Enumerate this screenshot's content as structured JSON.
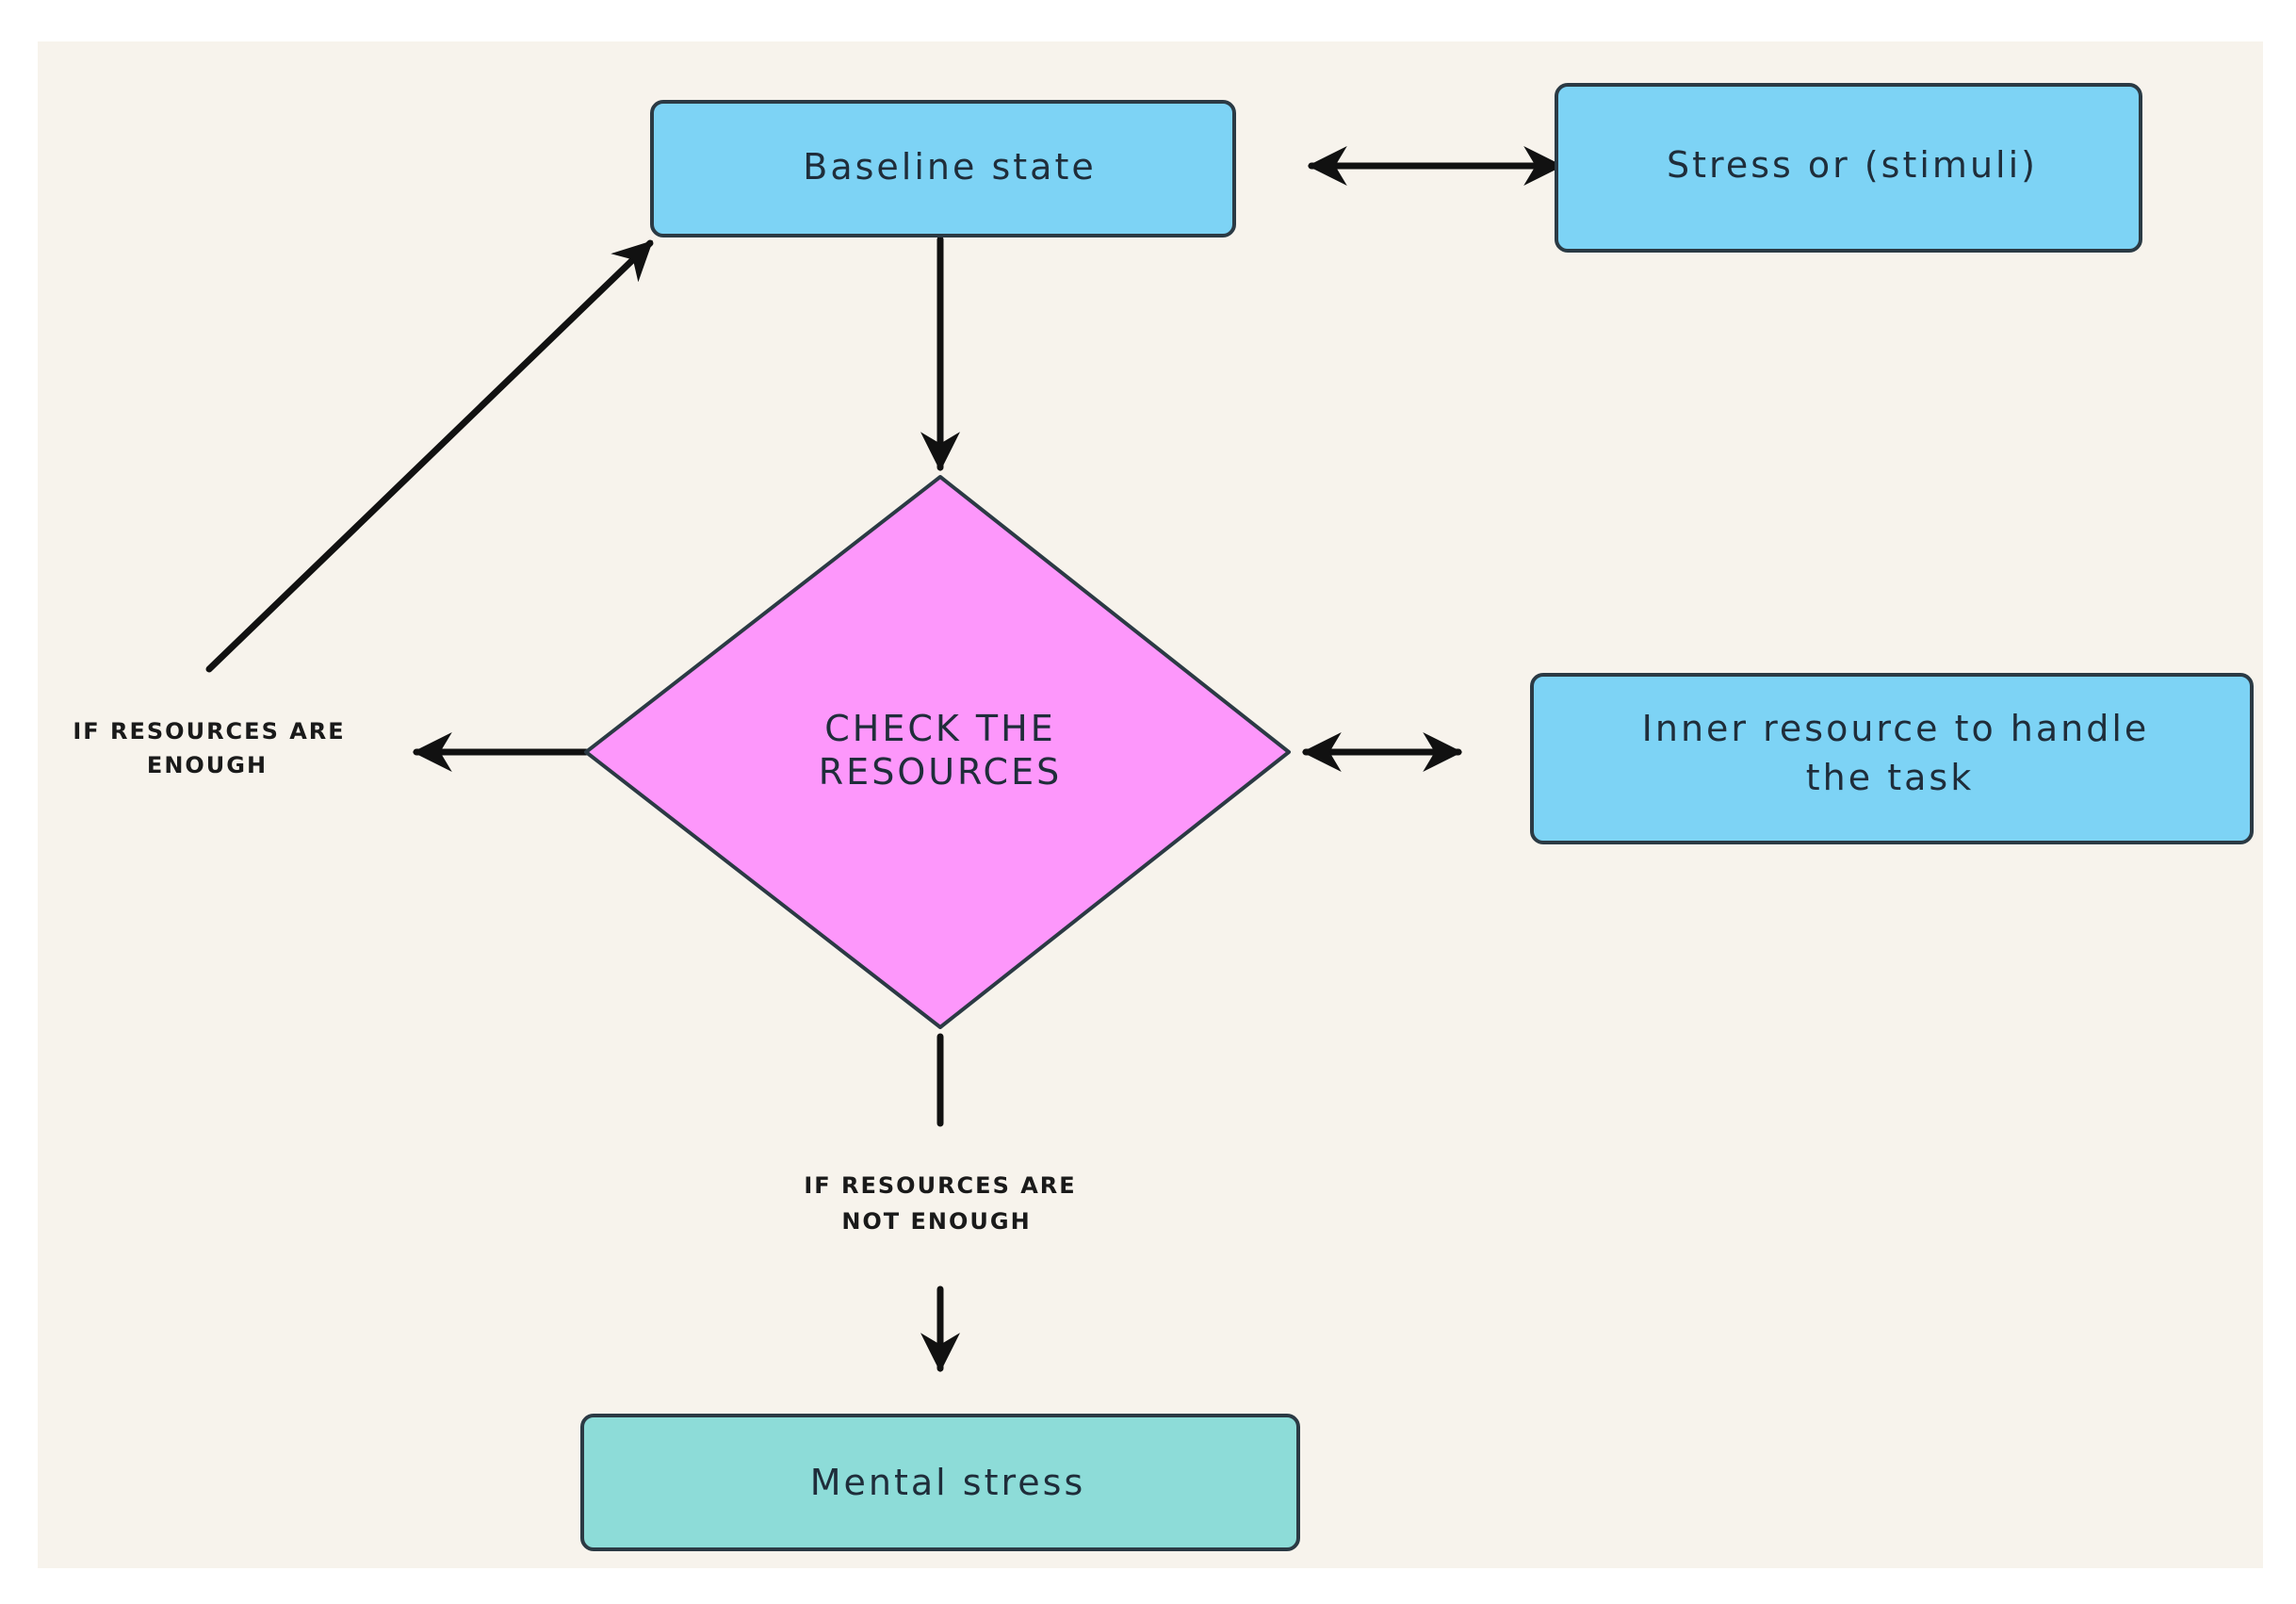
{
  "colors": {
    "panel_background": "#f7f3ec",
    "box_blue": "#7dd3f5",
    "box_teal": "#8ddcd8",
    "diamond_pink": "#fd97fb",
    "stroke": "#2b3a44",
    "arrow": "#111111"
  },
  "nodes": {
    "baseline": {
      "label": "Baseline state"
    },
    "stressor": {
      "label": "Stress or (stimuli)"
    },
    "check": {
      "line1": "CHECK THE",
      "line2": "RESOURCES"
    },
    "inner": {
      "line1": "Inner resource to handle",
      "line2": "the task"
    },
    "mental": {
      "label": "Mental stress"
    }
  },
  "labels": {
    "enough": {
      "line1": "IF RESOURCES ARE",
      "line2": "ENOUGH"
    },
    "not_enough": {
      "line1": "IF RESOURCES ARE",
      "line2": "NOT ENOUGH"
    }
  }
}
